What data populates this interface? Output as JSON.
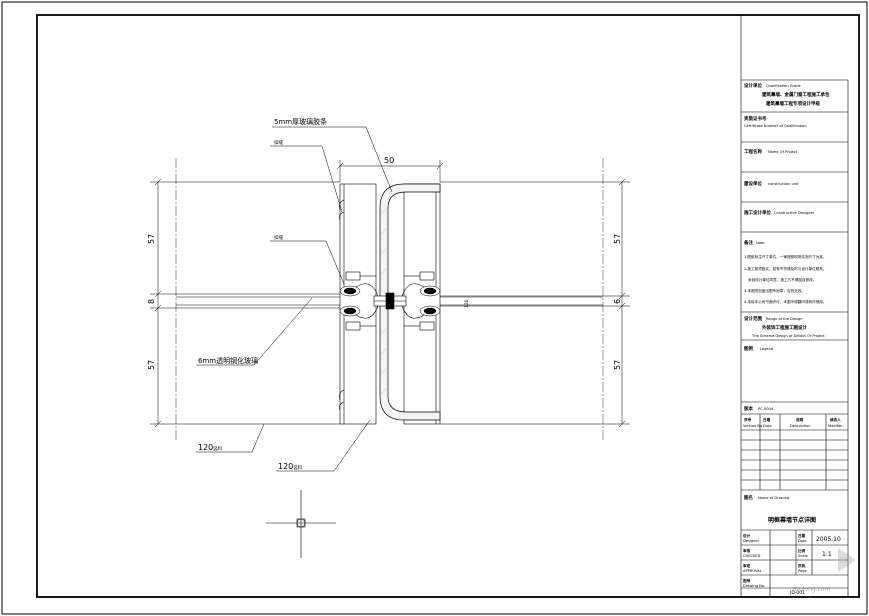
{
  "drawing": {
    "dimensions": {
      "top_width": "50",
      "left_upper": "57",
      "left_mid": "8",
      "left_lower": "57",
      "right_upper": "57",
      "right_mid": "6",
      "right_lower": "57",
      "center_mark": "120"
    },
    "labels": {
      "glass_seal": "5mm厚玻璃胶条",
      "screw_upper": "扣缝",
      "screw_lower": "扣缝",
      "glass": "6mm透明钢化玻璃",
      "mullion_1": "120",
      "mullion_1_suffix": "竖料",
      "mullion_2": "120",
      "mullion_2_suffix": "竖料"
    }
  },
  "title_block": {
    "unit_cn": "设计单位",
    "unit_en": "Qualification Grade",
    "unit_name_1": "建筑幕墙、金属门窗工程施工承包",
    "unit_name_2": "建筑幕墙工程专项设计甲级",
    "cert_cn": "资质证书号",
    "cert_en": "Certificate Number of Qualification",
    "project_cn": "工程名称",
    "project_en": "Name Of Project",
    "owner_cn": "建设单位",
    "owner_en": "construction unit",
    "designer_cn": "施工设计单位",
    "designer_en": "Construction Designer",
    "notes_cn": "备注",
    "notes_en": "Note",
    "note_1": "1.图纸标注尺寸单位，一律按照现场实测尺寸为准。",
    "note_2": "2.施工前须核实，若有不符请及时与设计单位联系。",
    "note_2b": "未经设计单位同意，施工方不得擅自修改。",
    "note_3": "3.本图须加盖出图专用章，否则无效。",
    "note_4": "4.未经本公司书面许可，本图不得翻印或转作他用。",
    "scope_cn": "设计范围",
    "scope_en": "Range of the Design",
    "scope_name": "外装饰工程施工图设计",
    "scheme_en": "The Scheme Design of Details Of Project",
    "legend_cn": "图例",
    "legend_en": "Legend",
    "version_cn": "版本",
    "version_code": "PC-0004",
    "table_headers": [
      "序号",
      "日期",
      "说明",
      "修改人"
    ],
    "table_headers_en": [
      "Version No",
      "Date",
      "Description",
      "Modifier"
    ],
    "drawing_name_cn": "图名",
    "drawing_name_en": "Name of Drawing",
    "drawing_name": "明框幕墙节点详图",
    "designer_label": "设计",
    "designer_label_en": "Designer",
    "checker_label": "审核",
    "checker_label_en": "CHECKED",
    "approver_label": "审定",
    "approver_label_en": "APPROVAL",
    "date_label": "日期",
    "date_label_en": "Date",
    "date_value": "2005.10",
    "scale_label": "比例",
    "scale_label_en": "Scale",
    "scale_value": "1:1",
    "sheet_label": "页码",
    "sheet_label_en": "Page",
    "drawing_no_label": "图号",
    "drawing_no_label_en": "Drawing No.",
    "drawing_no_value": "JD-001"
  },
  "watermark": {
    "text": "zhulong.com"
  }
}
